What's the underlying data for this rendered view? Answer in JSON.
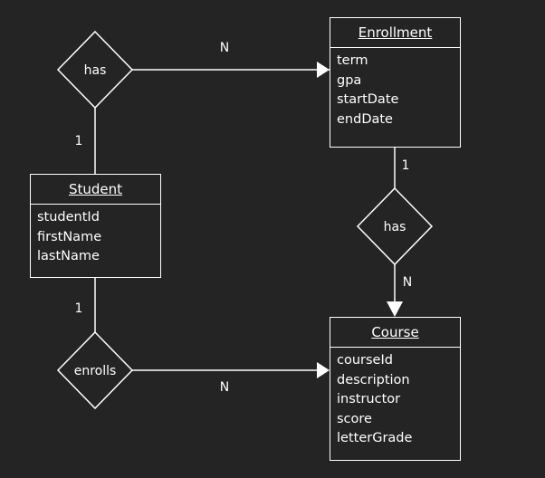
{
  "diagram": {
    "background": "#242424",
    "stroke": "#ffffff",
    "entities": {
      "enrollment": {
        "title": "Enrollment",
        "attributes": [
          "term",
          "gpa",
          "startDate",
          "endDate"
        ]
      },
      "student": {
        "title": "Student",
        "attributes": [
          "studentId",
          "firstName",
          "lastName"
        ]
      },
      "course": {
        "title": "Course",
        "attributes": [
          "courseId",
          "description",
          "instructor",
          "score",
          "letterGrade"
        ]
      }
    },
    "relationships": {
      "student_enrollment": {
        "label": "has"
      },
      "enrollment_course": {
        "label": "has"
      },
      "student_course": {
        "label": "enrolls"
      }
    },
    "cardinalities": {
      "has_student": "1",
      "has_enrollment": "N",
      "enrollment_has": "1",
      "has_course": "N",
      "student_enrolls": "1",
      "enrolls_course": "N"
    }
  }
}
